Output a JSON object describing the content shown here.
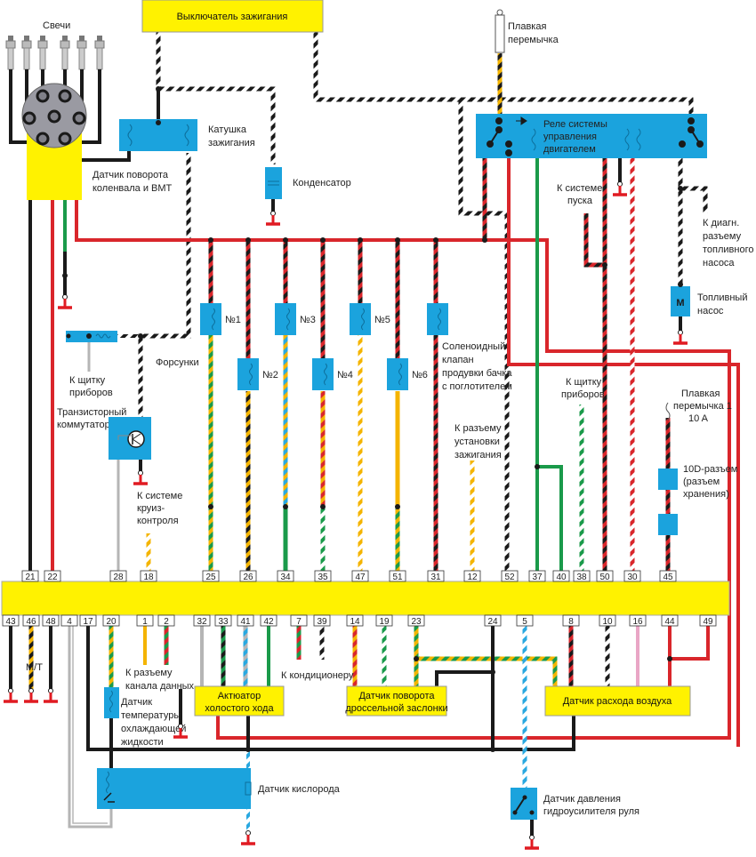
{
  "colors": {
    "yellow": "#fff200",
    "blue": "#1ba3dd",
    "red": "#d9262b",
    "green": "#1a9a4a",
    "black": "#1a1a1a",
    "orange": "#f4b400",
    "light_blue": "#29a8e0",
    "pink": "#e9a6c6",
    "gray": "#b5b5b5",
    "ground": "#e01b22"
  },
  "labels": {
    "ignition_switch": "Выключатель зажигания",
    "spark_plugs": "Свечи",
    "ignition_coil": [
      "Катушка",
      "зажигания"
    ],
    "crank_sensor": [
      "Датчик поворота",
      "коленвала и ВМТ"
    ],
    "capacitor": "Конденсатор",
    "fusible_link": [
      "Плавкая",
      "перемычка"
    ],
    "main_relay": [
      "Реле системы",
      "управления",
      "двигателем"
    ],
    "to_start_system": [
      "К системе",
      "пуска"
    ],
    "to_fuel_diag": [
      "К диагн.",
      "разъему",
      "топливного",
      "насоса"
    ],
    "fuel_pump": [
      "Топливный",
      "насос"
    ],
    "to_instrument_panel_1": [
      "К щитку",
      "приборов"
    ],
    "injectors": "Форсунки",
    "transistor_switch": [
      "Транзисторный",
      "коммутатор"
    ],
    "to_cruise": [
      "К системе",
      "круиз-",
      "контроля"
    ],
    "purge_valve": [
      "Соленоидный",
      "клапан",
      "продувки бачка",
      "с поглотителем"
    ],
    "to_ignition_timing": [
      "К разъему",
      "установки",
      "зажигания"
    ],
    "to_instrument_panel_2": [
      "К щитку",
      "приборов"
    ],
    "fusible_link_1": [
      "Плавкая",
      "перемычка 1",
      "10 A"
    ],
    "connector_10d": [
      "10D-разъем",
      "(разъем",
      "хранения)"
    ],
    "mt": "M/T",
    "to_data_link": [
      "К разъему",
      "канала данных"
    ],
    "coolant_temp": [
      "Датчик",
      "температуры",
      "охлаждающей",
      "жидкости"
    ],
    "to_ac": "К кондиционеру",
    "idle_actuator": [
      "Актюатор",
      "холостого хода"
    ],
    "throttle_sensor": [
      "Датчик поворота",
      "дроссельной заслонки"
    ],
    "air_flow_sensor": "Датчик расхода воздуха",
    "oxygen_sensor": "Датчик кислорода",
    "ps_pressure": [
      "Датчик давления",
      "гидроусилителя руля"
    ]
  },
  "injectors": [
    "№1",
    "№2",
    "№3",
    "№4",
    "№5",
    "№6"
  ],
  "pump_symbol": "M",
  "ecu_pins_top": [
    "21",
    "22",
    "28",
    "18",
    "25",
    "26",
    "34",
    "35",
    "47",
    "51",
    "31",
    "12",
    "52",
    "37",
    "40",
    "38",
    "50",
    "30",
    "45"
  ],
  "ecu_pins_bottom": [
    "43",
    "46",
    "48",
    "4",
    "17",
    "20",
    "1",
    "2",
    "32",
    "33",
    "41",
    "42",
    "7",
    "39",
    "14",
    "19",
    "23",
    "24",
    "5",
    "8",
    "10",
    "16",
    "44",
    "49"
  ]
}
